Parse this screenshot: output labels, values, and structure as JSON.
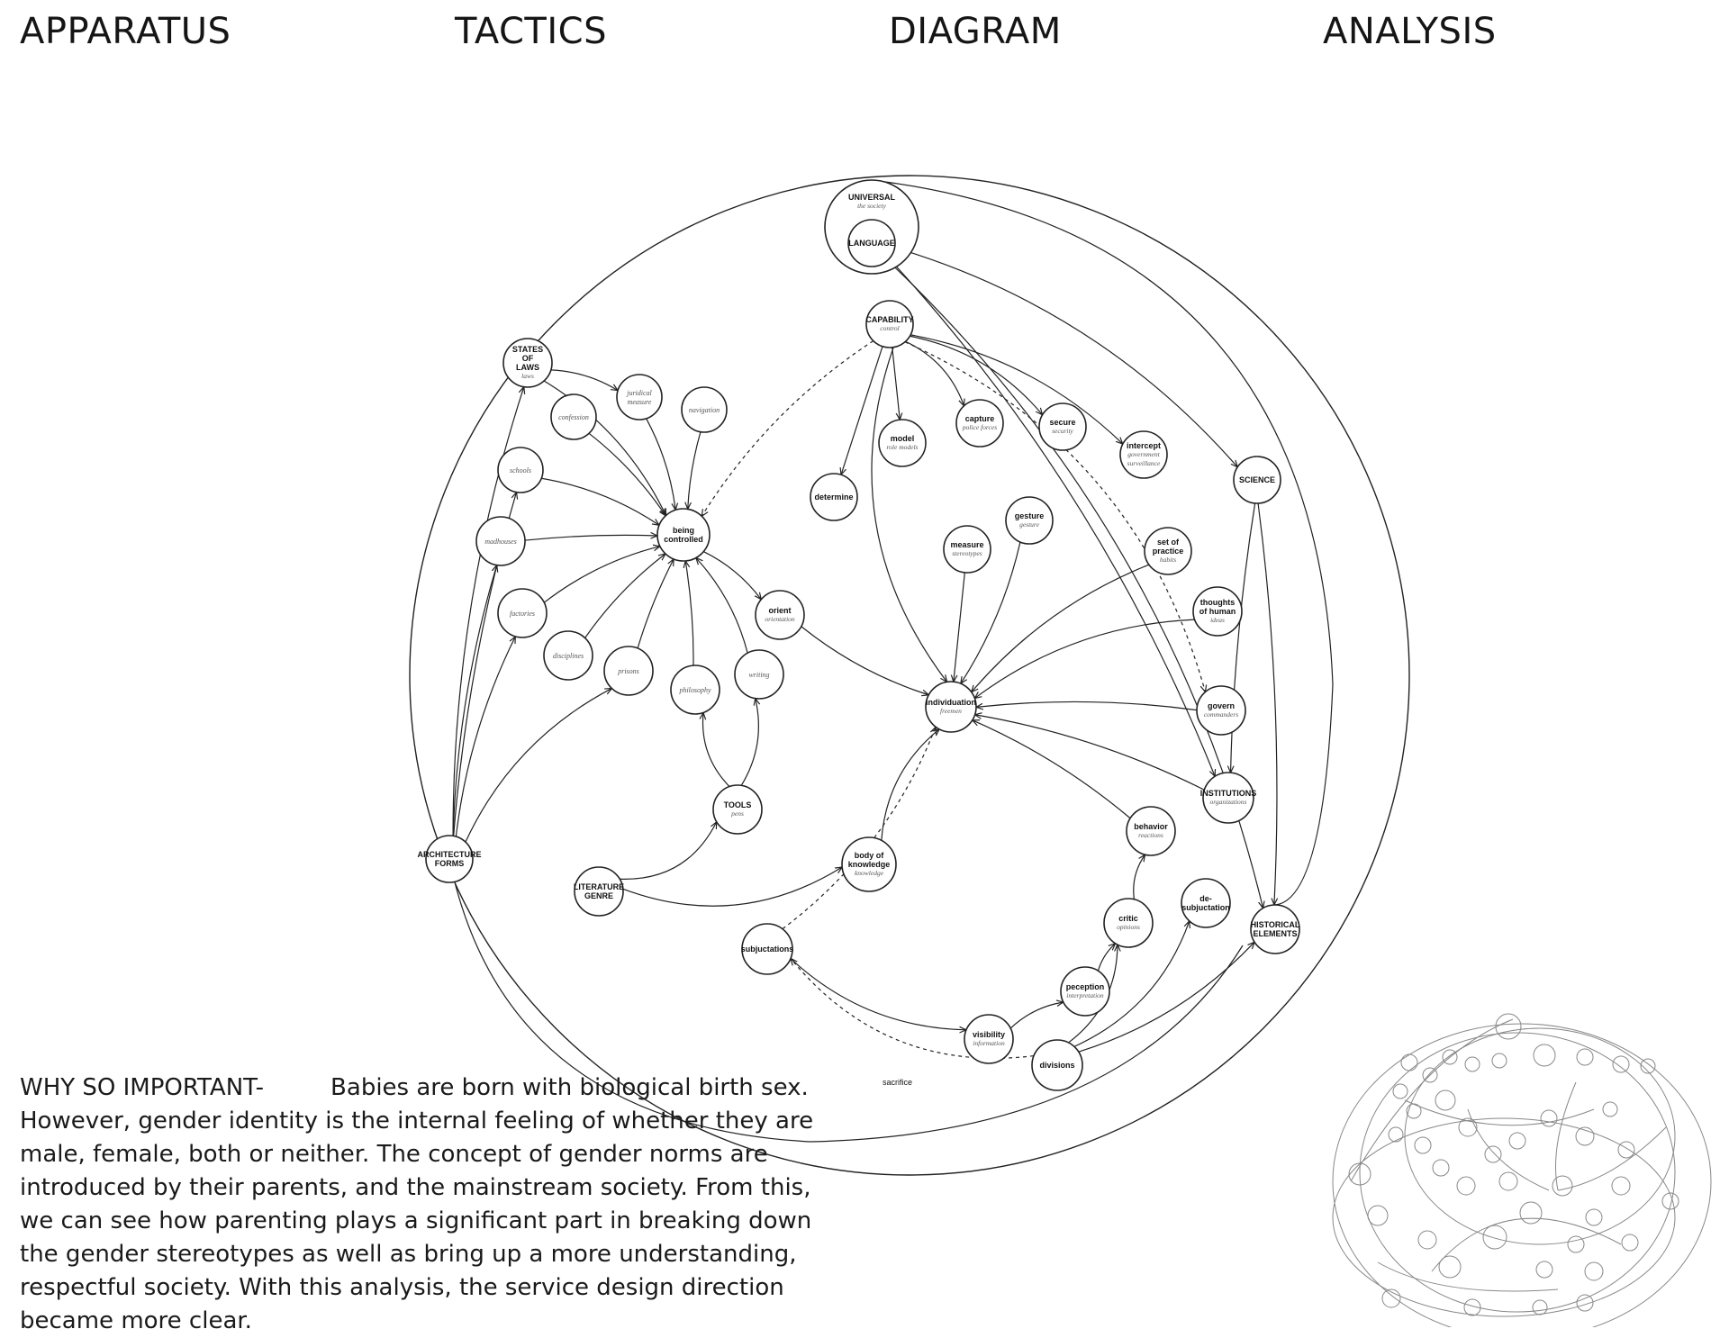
{
  "header": {
    "col1": "APPARATUS",
    "col2": "TACTICS",
    "col3": "DIAGRAM",
    "col4": "ANALYSIS"
  },
  "diagram": {
    "nodes": {
      "universal": {
        "label": "UNIVERSAL",
        "sub": "the society"
      },
      "language": {
        "label": "LANGUAGE"
      },
      "capability": {
        "label": "CAPABILITY",
        "sub": "control"
      },
      "states": {
        "lines": [
          "STATES",
          "OF",
          "LAWS"
        ],
        "sub": "laws"
      },
      "confession": {
        "label": "confession"
      },
      "juridical": {
        "lines": [
          "juridical",
          "measure"
        ]
      },
      "navigation": {
        "label": "navigation"
      },
      "schools": {
        "label": "schools"
      },
      "madhouses": {
        "label": "madhouses"
      },
      "factories": {
        "label": "factories"
      },
      "disciplines": {
        "label": "disciplines"
      },
      "prisons": {
        "label": "prisons"
      },
      "philosophy": {
        "label": "philosophy"
      },
      "writing": {
        "label": "writing"
      },
      "being": {
        "lines": [
          "being",
          "controlled"
        ]
      },
      "orient": {
        "label": "orient",
        "sub": "orientation"
      },
      "tools": {
        "label": "TOOLS",
        "sub": "pens"
      },
      "architecture": {
        "lines": [
          "ARCHITECTURE",
          "FORMS"
        ]
      },
      "literature": {
        "lines": [
          "LITERATURE",
          "GENRE"
        ]
      },
      "model": {
        "label": "model",
        "sub": "role models"
      },
      "capture": {
        "label": "capture",
        "sub": "police forces"
      },
      "secure": {
        "label": "secure",
        "sub": "security"
      },
      "intercept": {
        "label": "intercept",
        "sublines": [
          "government",
          "surveillance"
        ]
      },
      "determine": {
        "label": "determine"
      },
      "science": {
        "label": "SCIENCE"
      },
      "measure": {
        "label": "measure",
        "sub": "stereotypes"
      },
      "gesture": {
        "label": "gesture",
        "sub": "gesture"
      },
      "setpractice": {
        "lines": [
          "set of",
          "practice"
        ],
        "sub": "habits"
      },
      "thoughts": {
        "lines": [
          "thoughts",
          "of human"
        ],
        "sub": "ideas"
      },
      "individuation": {
        "label": "individuation",
        "sub": "freemen"
      },
      "govern": {
        "label": "govern",
        "sub": "commanders"
      },
      "institutions": {
        "label": "INSTITUTIONS",
        "sub": "organizations"
      },
      "behavior": {
        "label": "behavior",
        "sub": "reactions"
      },
      "body": {
        "lines": [
          "body of",
          "knowledge"
        ],
        "sub": "knowledge"
      },
      "desub": {
        "lines": [
          "de-",
          "subjuctation"
        ]
      },
      "historical": {
        "lines": [
          "HISTORICAL",
          "ELEMENTS"
        ]
      },
      "critic": {
        "label": "critic",
        "sub": "opinions"
      },
      "subjuctations": {
        "label": "subjuctations"
      },
      "perception": {
        "label": "peception",
        "sub": "interpretation"
      },
      "visibility": {
        "label": "visibility",
        "sub": "information"
      },
      "divisions": {
        "label": "divisions"
      }
    },
    "sacrifice_label": "sacrifice"
  },
  "paragraph": {
    "lead": "WHY SO IMPORTANT-",
    "body": "Babies are born with biological birth sex. However, gender identity is the internal feeling of whether they are male, female, both or neither. The concept of gender norms are introduced by their parents, and the mainstream society. From this, we can see how parenting plays a significant part in breaking down the gender stereotypes as well as bring up a more understanding, respectful society. With this analysis, the service design direction became more clear."
  }
}
